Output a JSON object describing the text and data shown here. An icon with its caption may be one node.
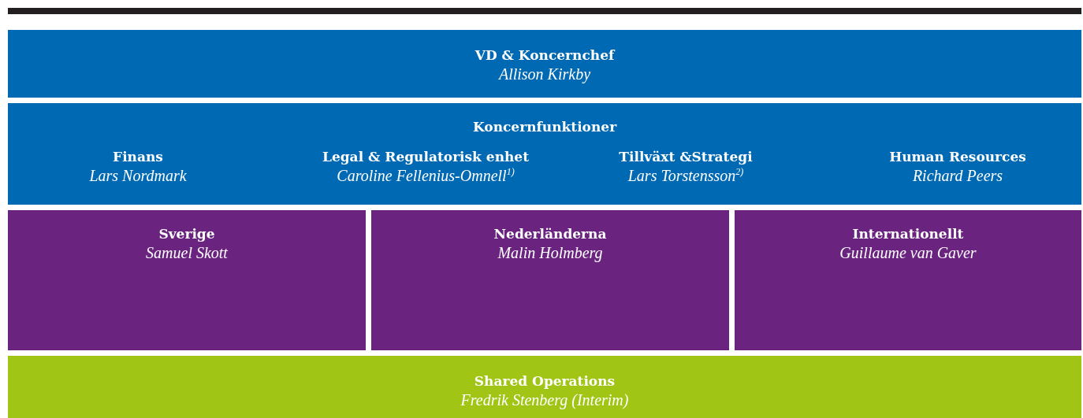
{
  "diagram": {
    "nodes": [
      {
        "text": [
          "VD & Koncernchef",
          "Allison Kirkby"
        ]
      },
      {
        "text": [
          "Koncernfunktioner"
        ]
      },
      {
        "text": [
          "Finans",
          "Lars Nordmark"
        ],
        "in": 1
      },
      {
        "text": [
          "Legal & Regulatorisk enhet",
          "Caroline Fellenius-Omnell$^{1)}$"
        ],
        "in": 1
      },
      {
        "text": [
          "Tillväxt &Strategi",
          "Lars Torstensson$^{2)}$"
        ],
        "in": 1
      },
      {
        "text": [
          "Human Resources",
          "Richard Peers"
        ],
        "in": 1
      },
      {
        "text": [
          "Sverige",
          "Samuel Skott"
        ]
      },
      {
        "text": [
          "Nederländerna",
          "Malin Holmberg"
        ]
      },
      {
        "text": [
          "Internationellt",
          "Guillaume van Gaver"
        ]
      },
      {
        "text": [
          "Shared Operations",
          "Fredrik Stenberg (Interim)"
        ]
      }
    ],
    "edges": []
  }
}
